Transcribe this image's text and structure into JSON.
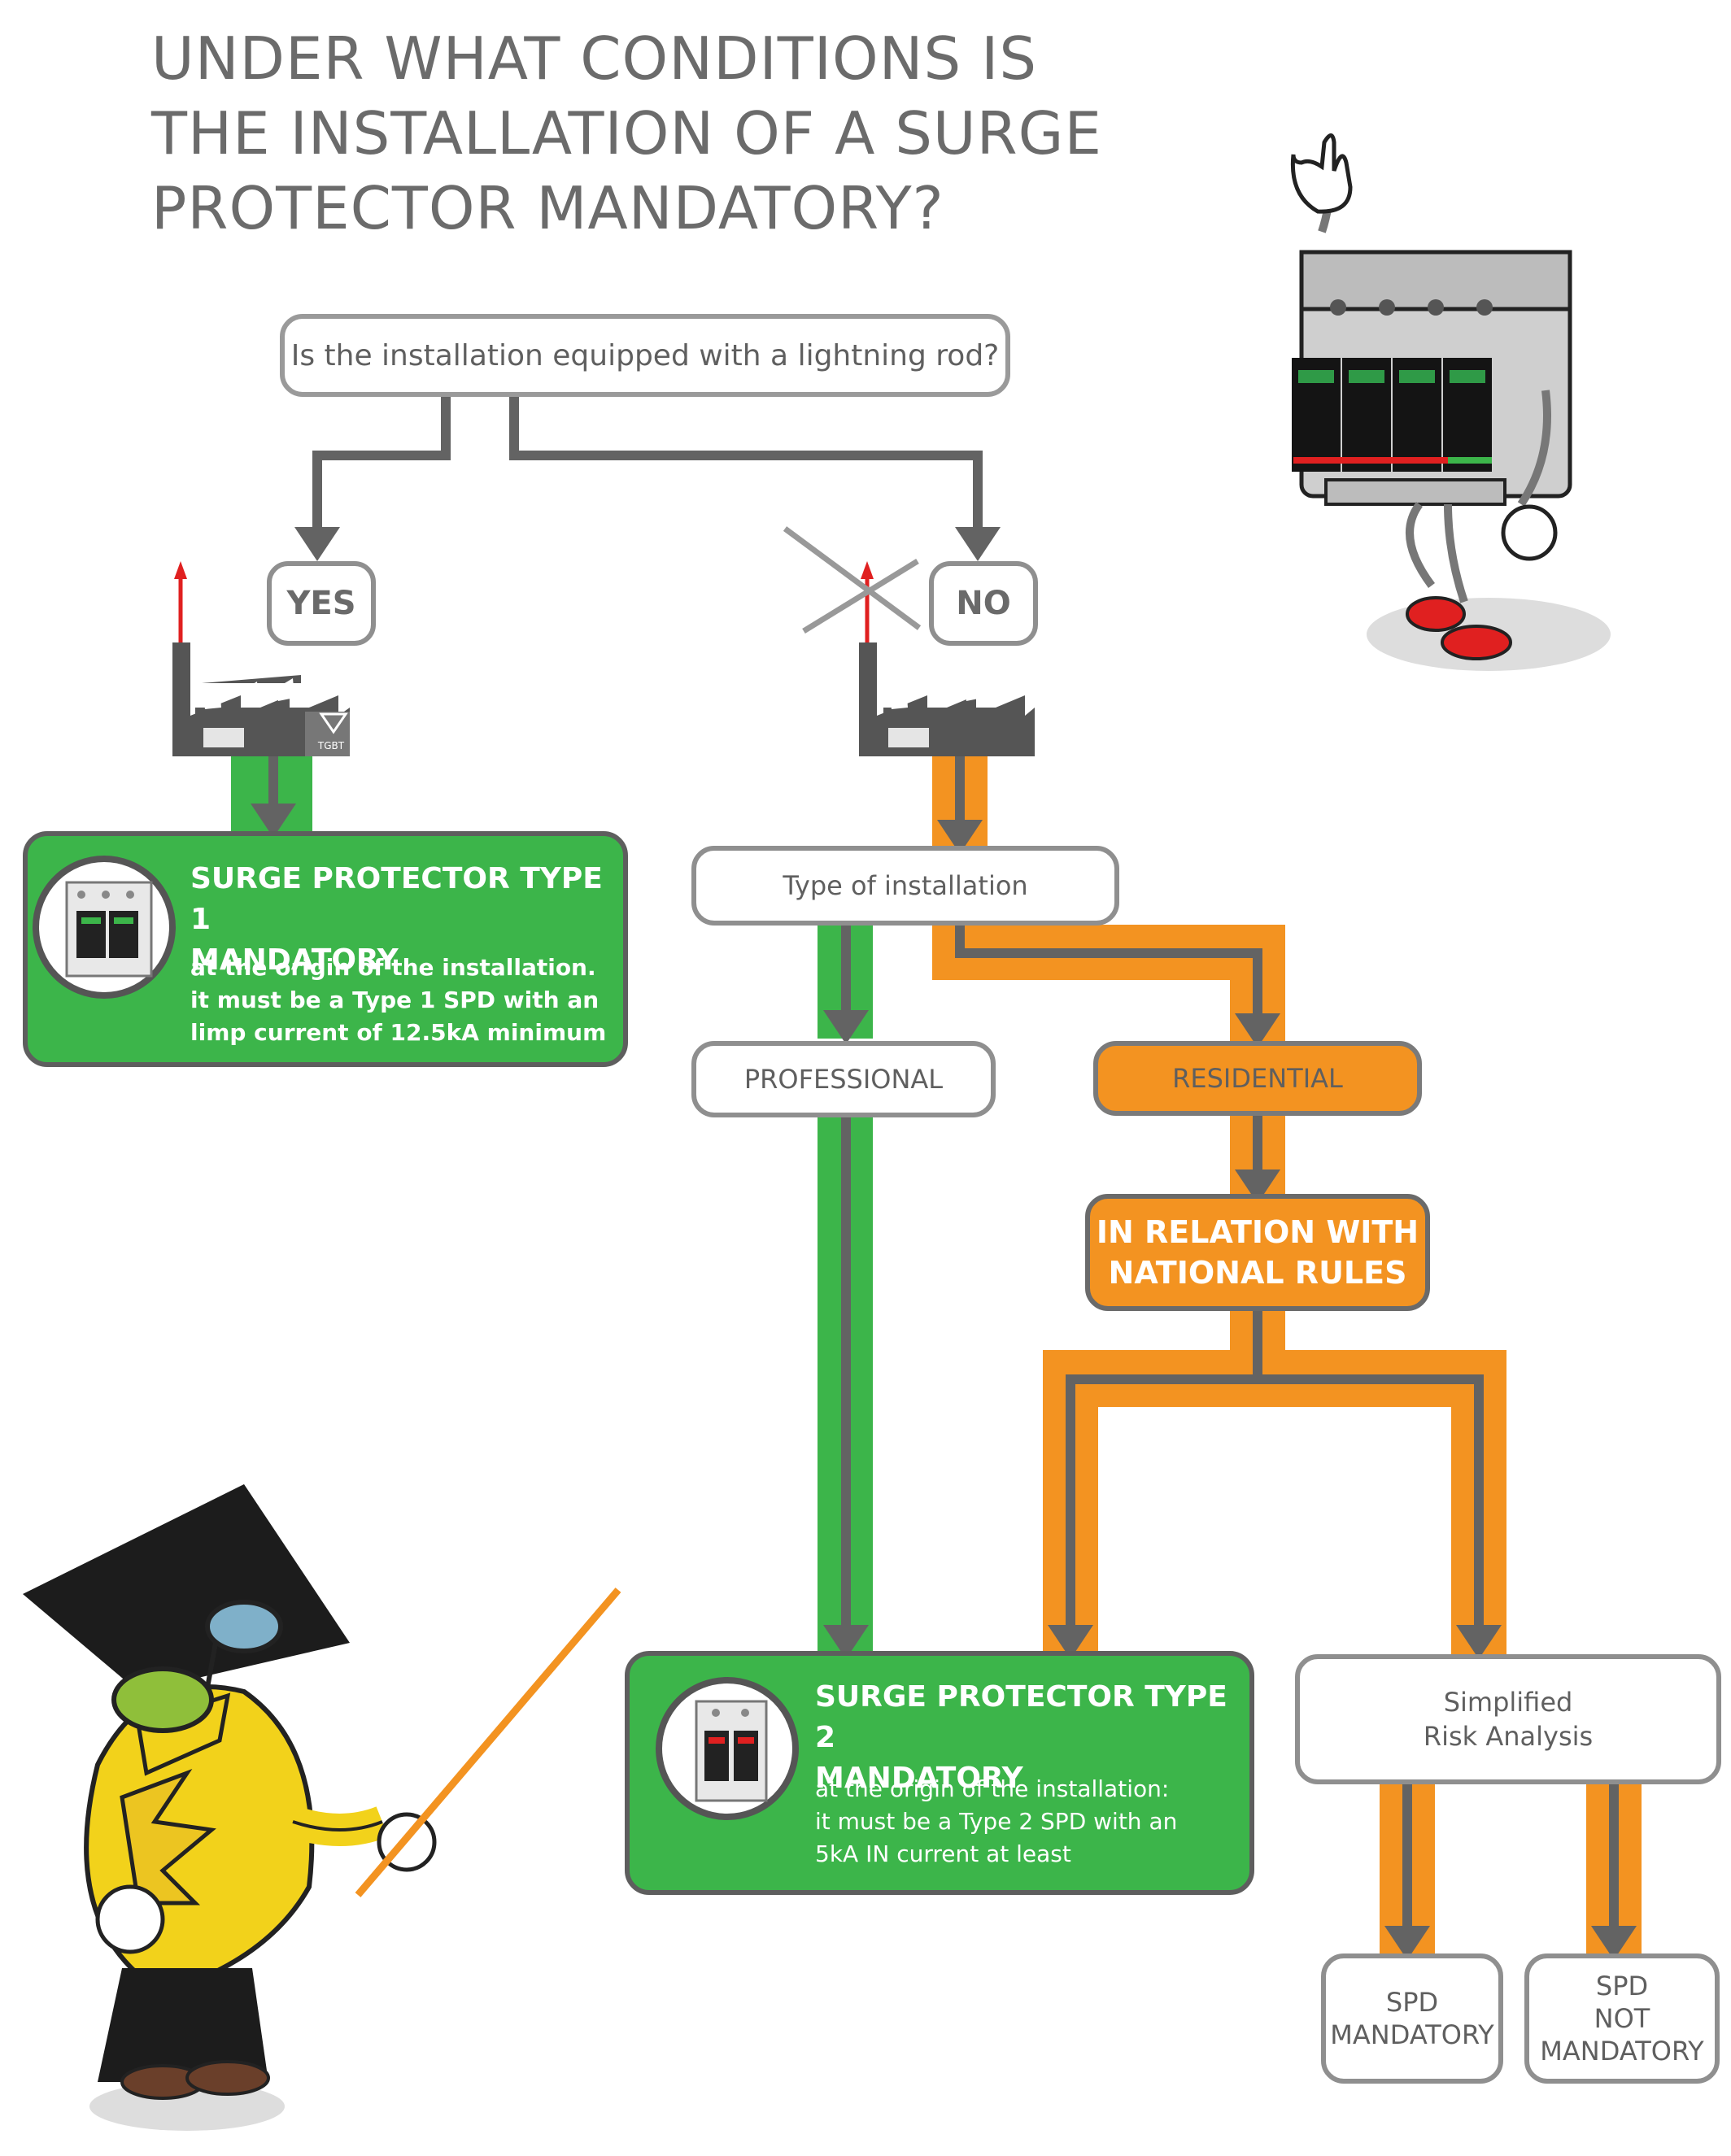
{
  "title_lines": [
    "UNDER WHAT CONDITIONS IS",
    "THE INSTALLATION OF A SURGE",
    "PROTECTOR MANDATORY?"
  ],
  "question": "Is the installation equipped with a lightning rod?",
  "yes_label": "YES",
  "no_label": "NO",
  "tgbt_label": "TGBT",
  "type1": {
    "title_lines": [
      "SURGE PROTECTOR TYPE 1",
      "MANDATORY"
    ],
    "desc_lines": [
      "at the origin of the installation.",
      "it must be a Type 1 SPD with an",
      "limp current of 12.5kA minimum"
    ]
  },
  "type_of_installation": "Type of installation",
  "professional": "PROFESSIONAL",
  "residential": "RESIDENTIAL",
  "national_rules_lines": [
    "IN RELATION WITH",
    "NATIONAL RULES"
  ],
  "type2": {
    "title_lines": [
      "SURGE PROTECTOR TYPE 2",
      "MANDATORY"
    ],
    "desc_lines": [
      "at the origin of the installation:",
      "it must be a Type 2 SPD with an",
      "5kA IN current at least"
    ]
  },
  "risk_analysis_lines": [
    "Simplified",
    "Risk Analysis"
  ],
  "spd_mandatory_lines": [
    "SPD",
    "MANDATORY"
  ],
  "spd_not_mandatory_lines": [
    "SPD",
    "NOT",
    "MANDATORY"
  ],
  "colors": {
    "green": "#3cb54a",
    "orange": "#f39321",
    "gray_line": "#636363",
    "title_gray": "#6b6b6b"
  }
}
